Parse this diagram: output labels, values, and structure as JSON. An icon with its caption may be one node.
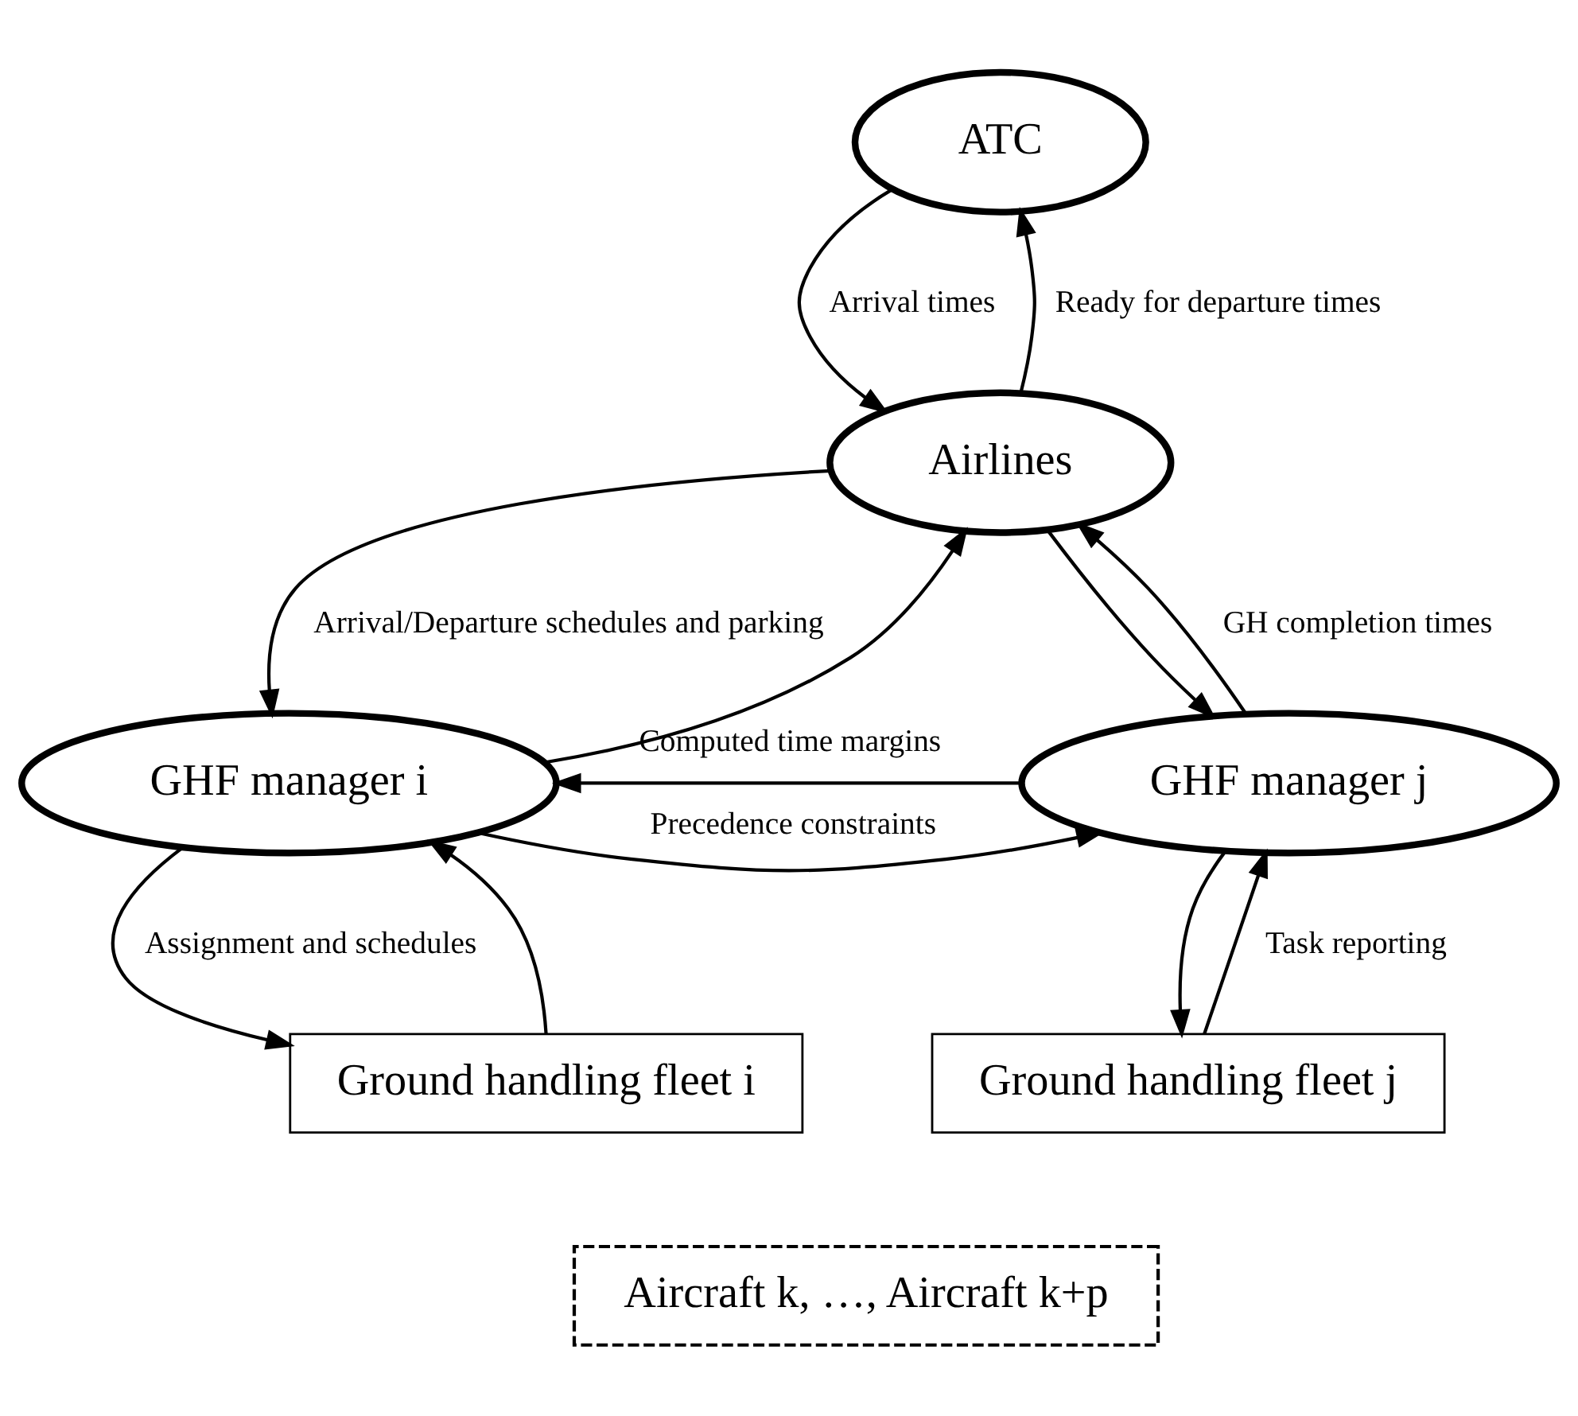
{
  "diagram": {
    "nodes": [
      {
        "text": [
          "ATC"
        ]
      },
      {
        "text": [
          "Airlines"
        ]
      },
      {
        "text": [
          "GHF manager i"
        ]
      },
      {
        "text": [
          "GHF manager j"
        ]
      },
      {
        "text": [
          "Ground handling fleet i"
        ]
      },
      {
        "text": [
          "Ground handling fleet j"
        ]
      },
      {
        "text": [
          "Aircraft k, …, Aircraft k+p"
        ]
      }
    ],
    "edges": [
      {
        "from": 0,
        "to": 1,
        "arrow": "to",
        "label": "Arrival times"
      },
      {
        "from": 1,
        "to": 0,
        "arrow": "to",
        "label": "Ready for departure times"
      },
      {
        "from": 1,
        "to": 2,
        "arrow": "to",
        "label": "Arrival/Departure schedules and parking"
      },
      {
        "from": 2,
        "to": 1,
        "arrow": "to"
      },
      {
        "from": 1,
        "to": 3,
        "arrow": "to"
      },
      {
        "from": 3,
        "to": 1,
        "arrow": "to",
        "label": "GH completion times"
      },
      {
        "from": 2,
        "to": 3,
        "arrow": "to",
        "label": "Precedence constraints"
      },
      {
        "from": 3,
        "to": 2,
        "arrow": "to",
        "label": "Computed time margins"
      },
      {
        "from": 2,
        "to": 4,
        "arrow": "to",
        "label": "Assignment and schedules"
      },
      {
        "from": 4,
        "to": 2,
        "arrow": "to"
      },
      {
        "from": 3,
        "to": 5,
        "arrow": "to"
      },
      {
        "from": 5,
        "to": 3,
        "arrow": "to",
        "label": "Task reporting"
      }
    ]
  }
}
